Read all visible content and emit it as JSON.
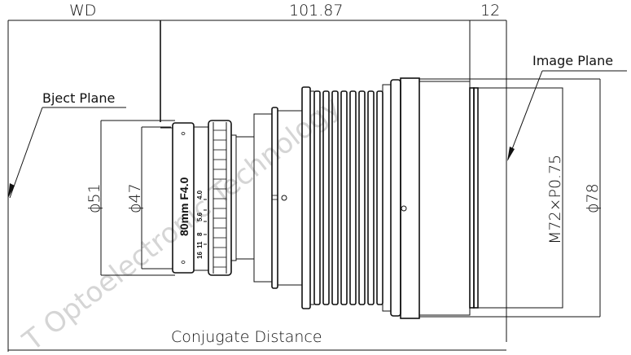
{
  "diagram": {
    "type": "technical-drawing",
    "subject": "80mm F4.0 lens dimensional drawing",
    "dimensions": {
      "working_distance": "WD",
      "body_length": "101.87",
      "flange_back": "12",
      "front_outer_diameter": "ϕ51",
      "front_inner_diameter": "ϕ47",
      "mount_thread": "M72×P0.75",
      "rear_outer_diameter": "ϕ78",
      "conjugate_distance": "Conjugate Distance"
    },
    "labels": {
      "object_plane": "Bject Plane",
      "image_plane": "Image Plane"
    },
    "lens_engraving": {
      "model": "80mm F4.0",
      "aperture_scale": [
        "16",
        "11",
        "8",
        "5.6",
        "4.0"
      ]
    },
    "watermark": "T Optoelectronic Technology",
    "colors": {
      "line": "#111111",
      "background": "#ffffff",
      "watermark": "#c8c8c8"
    }
  }
}
